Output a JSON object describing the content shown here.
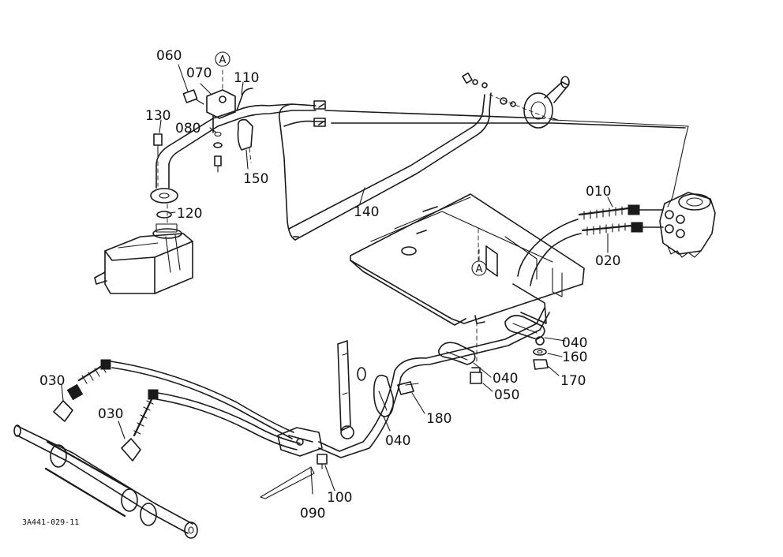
{
  "parts": [
    {
      "id": "p010",
      "label": "010"
    },
    {
      "id": "p020",
      "label": "020"
    },
    {
      "id": "p030a",
      "label": "030"
    },
    {
      "id": "p030b",
      "label": "030"
    },
    {
      "id": "p040a",
      "label": "040"
    },
    {
      "id": "p040b",
      "label": "040"
    },
    {
      "id": "p040c",
      "label": "040"
    },
    {
      "id": "p050",
      "label": "050"
    },
    {
      "id": "p060",
      "label": "060"
    },
    {
      "id": "p070",
      "label": "070"
    },
    {
      "id": "p080",
      "label": "080"
    },
    {
      "id": "p090",
      "label": "090"
    },
    {
      "id": "p100",
      "label": "100"
    },
    {
      "id": "p110",
      "label": "110"
    },
    {
      "id": "p120",
      "label": "120"
    },
    {
      "id": "p130",
      "label": "130"
    },
    {
      "id": "p140",
      "label": "140"
    },
    {
      "id": "p150",
      "label": "150"
    },
    {
      "id": "p160",
      "label": "160"
    },
    {
      "id": "p170",
      "label": "170"
    },
    {
      "id": "p180",
      "label": "180"
    }
  ],
  "reference_marks": [
    {
      "id": "refA_top",
      "letter": "A"
    },
    {
      "id": "refA_mid",
      "letter": "A"
    }
  ],
  "drawing_code": "3A441-029-11",
  "colors": {
    "ink": "#1a1a1a",
    "paper": "#ffffff"
  }
}
